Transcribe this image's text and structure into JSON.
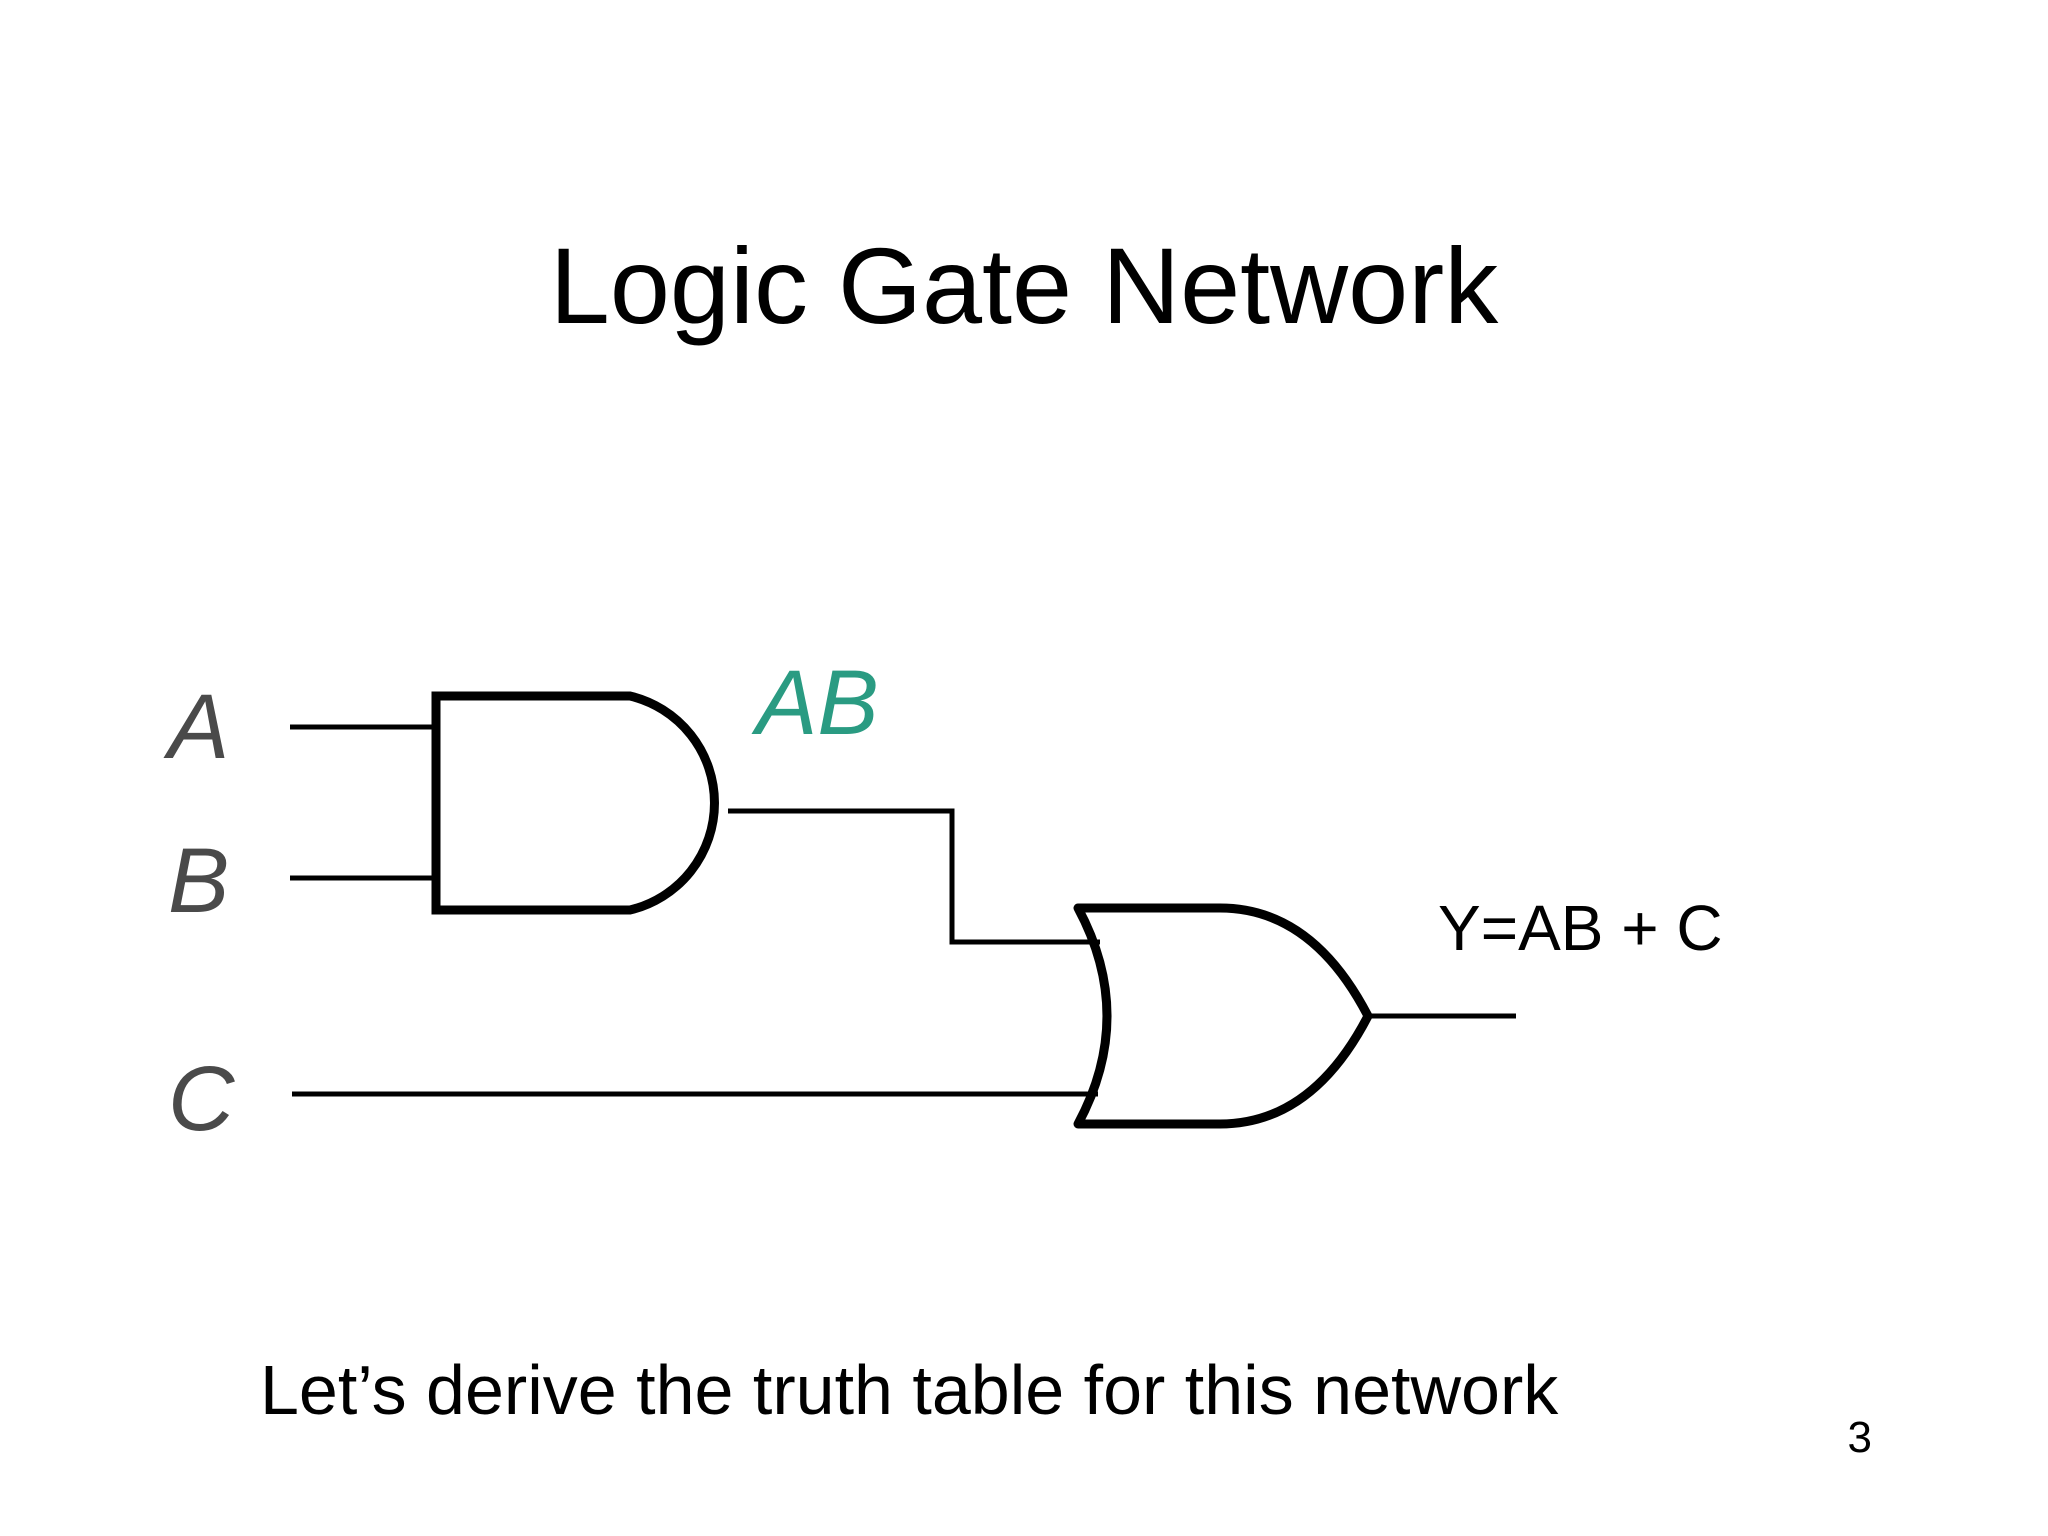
{
  "slide": {
    "title": "Logic Gate Network",
    "subtitle": "Let’s derive the truth table for this network",
    "page_number": "3"
  },
  "circuit": {
    "inputs": {
      "a": "A",
      "b": "B",
      "c": "C"
    },
    "intermediate_label": "AB",
    "output_expression": "Y=AB + C",
    "gates": [
      "and-gate",
      "or-gate"
    ],
    "colors": {
      "wire": "#000000",
      "input_label": "#4a4a4a",
      "intermediate_label": "#2a9b82"
    }
  }
}
